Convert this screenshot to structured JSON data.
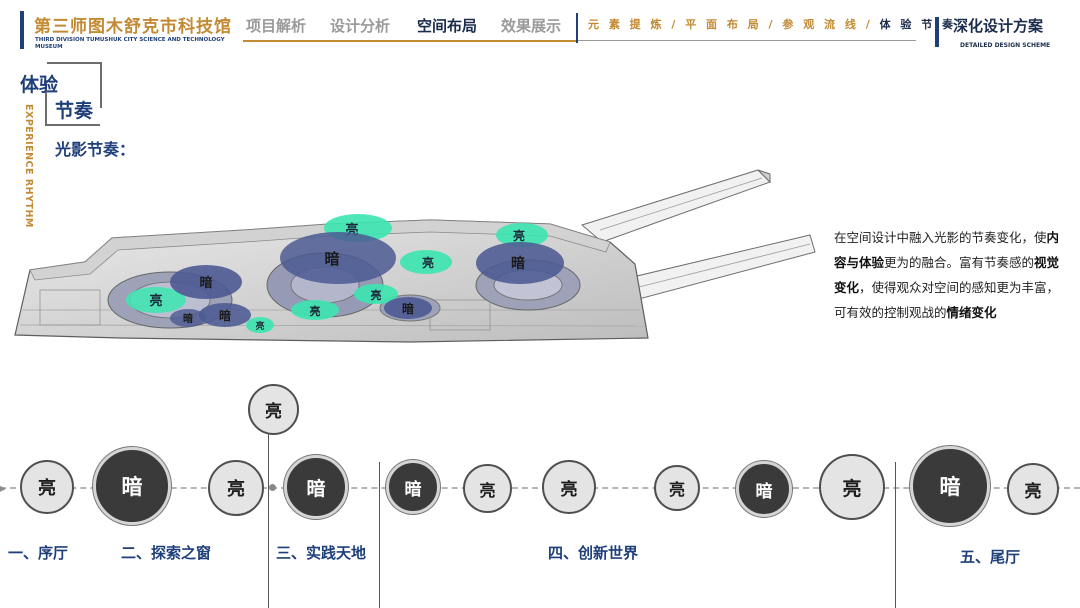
{
  "header": {
    "title": "第三师图木舒克市科技馆",
    "subtitle": "THIRD DIVISION TUMUSHUK CITY SCIENCE AND TECHNOLOGY MUSEUM",
    "tabs": [
      {
        "label": "项目解析",
        "active": false
      },
      {
        "label": "设计分析",
        "active": false
      },
      {
        "label": "空间布局",
        "active": true
      },
      {
        "label": "效果展示",
        "active": false
      }
    ],
    "breadcrumbs": [
      "元 素 提 炼",
      "平 面 布 局",
      "参 观 流 线",
      "体 验 节 奏"
    ],
    "breadcrumb_sep": " / ",
    "right_title": "深化设计方案",
    "right_subtitle": "DETAILED DESIGN SCHEME"
  },
  "section": {
    "title_line1": "体验",
    "title_line2": "节奏",
    "vertical_en": "EXPERIENCE RHYTHM",
    "subtitle": "光影节奏："
  },
  "plan": {
    "markers": [
      {
        "label": "亮",
        "tone": "light"
      },
      {
        "label": "亮",
        "tone": "light"
      },
      {
        "label": "亮",
        "tone": "light"
      },
      {
        "label": "暗",
        "tone": "dark"
      },
      {
        "label": "暗",
        "tone": "dark"
      },
      {
        "label": "暗",
        "tone": "dark"
      },
      {
        "label": "亮",
        "tone": "light"
      },
      {
        "label": "亮",
        "tone": "light"
      },
      {
        "label": "暗",
        "tone": "dark"
      },
      {
        "label": "暗",
        "tone": "dark"
      },
      {
        "label": "亮",
        "tone": "light"
      },
      {
        "label": "亮",
        "tone": "light"
      },
      {
        "label": "暗",
        "tone": "dark"
      }
    ],
    "colors": {
      "light": "#3be6b0",
      "dark": "#4c5a92"
    }
  },
  "description": {
    "parts": [
      {
        "t": "在空间设计中融入光影的节奏变化，使",
        "b": false
      },
      {
        "t": "内容与体验",
        "b": true
      },
      {
        "t": "更为的融合。富有节奏感的",
        "b": false
      },
      {
        "t": "视觉变化",
        "b": true
      },
      {
        "t": "，使得观众对空间的感知更为丰富，可有效的控制观战的",
        "b": false
      },
      {
        "t": "情绪变化",
        "b": true
      }
    ]
  },
  "timeline": {
    "nodes": [
      {
        "label": "亮",
        "tone": "light"
      },
      {
        "label": "暗",
        "tone": "dark"
      },
      {
        "label": "亮",
        "tone": "light"
      },
      {
        "label": "亮",
        "tone": "light"
      },
      {
        "label": "暗",
        "tone": "dark"
      },
      {
        "label": "暗",
        "tone": "dark"
      },
      {
        "label": "亮",
        "tone": "light"
      },
      {
        "label": "亮",
        "tone": "light"
      },
      {
        "label": "亮",
        "tone": "light"
      },
      {
        "label": "暗",
        "tone": "dark"
      },
      {
        "label": "亮",
        "tone": "light"
      },
      {
        "label": "暗",
        "tone": "dark"
      },
      {
        "label": "亮",
        "tone": "light"
      }
    ],
    "zones": [
      "一、序厅",
      "二、探索之窗",
      "三、实践天地",
      "四、创新世界",
      "五、尾厅"
    ]
  }
}
